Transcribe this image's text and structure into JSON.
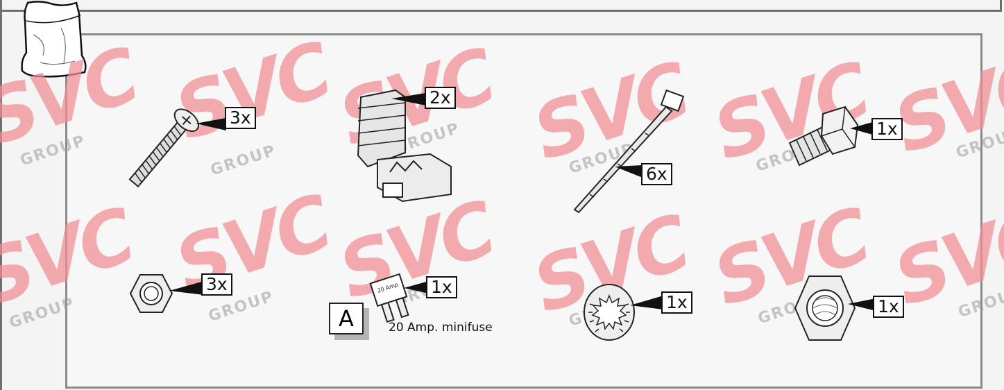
{
  "watermark": {
    "letters": "SVC",
    "subtext": "GROUP"
  },
  "parts": [
    {
      "id": "screw",
      "qty": "3x"
    },
    {
      "id": "cable-clamp",
      "qty": "2x"
    },
    {
      "id": "cable-tie",
      "qty": "6x"
    },
    {
      "id": "hex-bolt",
      "qty": "1x"
    },
    {
      "id": "hex-nut-small",
      "qty": "3x"
    },
    {
      "id": "minifuse",
      "qty": "1x",
      "callout": "A",
      "caption": "20 Amp. minifuse",
      "fuse_text": "20 Amp"
    },
    {
      "id": "lock-washer",
      "qty": "1x"
    },
    {
      "id": "hex-nut-large",
      "qty": "1x"
    }
  ]
}
